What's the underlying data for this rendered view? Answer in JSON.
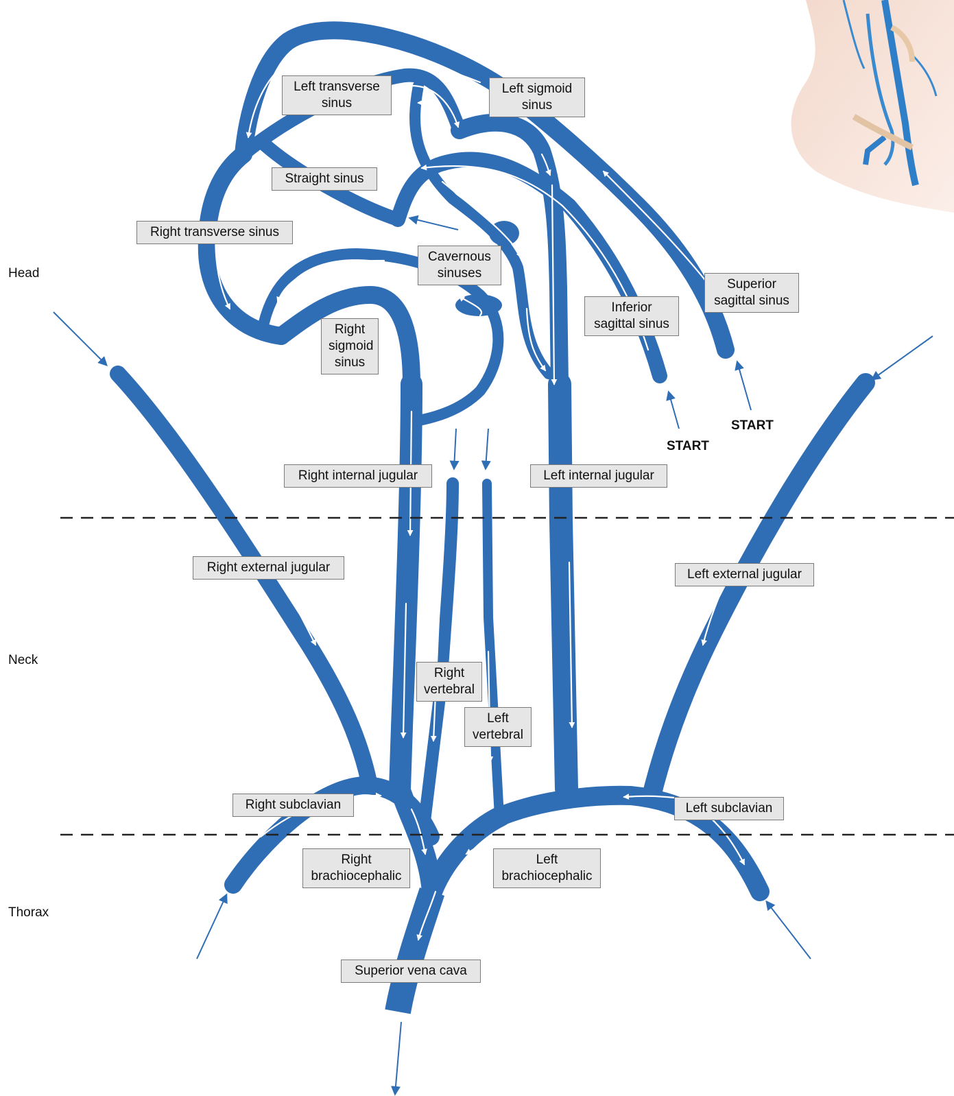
{
  "regions": {
    "head": "Head",
    "neck": "Neck",
    "thorax": "Thorax"
  },
  "start_labels": {
    "inferior": "START",
    "superior": "START"
  },
  "labels": {
    "left_transverse_sinus": "Left transverse\nsinus",
    "left_sigmoid_sinus": "Left sigmoid\nsinus",
    "straight_sinus": "Straight sinus",
    "right_transverse_sinus": "Right transverse sinus",
    "cavernous_sinuses": "Cavernous\nsinuses",
    "superior_sagittal_sinus": "Superior\nsagittal sinus",
    "inferior_sagittal_sinus": "Inferior\nsagittal sinus",
    "right_sigmoid_sinus": "Right\nsigmoid\nsinus",
    "right_internal_jugular": "Right internal jugular",
    "left_internal_jugular": "Left internal jugular",
    "right_external_jugular": "Right external jugular",
    "left_external_jugular": "Left external jugular",
    "right_vertebral": "Right\nvertebral",
    "left_vertebral": "Left\nvertebral",
    "right_subclavian": "Right subclavian",
    "left_subclavian": "Left subclavian",
    "right_brachiocephalic": "Right\nbrachiocephalic",
    "left_brachiocephalic": "Left\nbrachiocephalic",
    "superior_vena_cava": "Superior vena cava"
  },
  "colors": {
    "vein": "#2f6db5",
    "flow": "#ffffff",
    "pointer": "#2f6db5",
    "label_bg": "#e6e6e6"
  }
}
